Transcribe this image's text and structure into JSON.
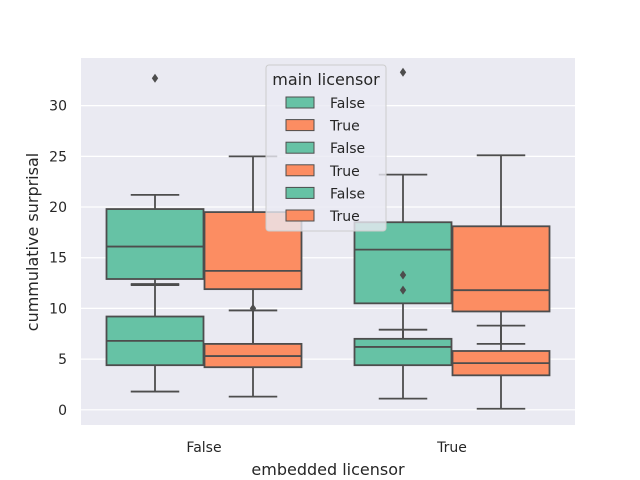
{
  "chart_data": {
    "type": "box",
    "xlabel": "embedded licensor",
    "ylabel": "cummulative surprisal",
    "categories": [
      "False",
      "True"
    ],
    "ylim": [
      -1.5,
      34.7
    ],
    "yticks": [
      0,
      5,
      10,
      15,
      20,
      25,
      30
    ],
    "grid": true,
    "legend": {
      "title": "main licensor",
      "placement": "top-center",
      "entries": [
        {
          "label": "False",
          "color": "#66c2a5"
        },
        {
          "label": "True",
          "color": "#fc8d62"
        },
        {
          "label": "False",
          "color": "#66c2a5"
        },
        {
          "label": "True",
          "color": "#fc8d62"
        },
        {
          "label": "False",
          "color": "#66c2a5"
        },
        {
          "label": "True",
          "color": "#fc8d62"
        }
      ]
    },
    "series": [
      {
        "color": "#66c2a5",
        "boxes": [
          {
            "category": "False",
            "whisker_low": 12.3,
            "q1": 12.9,
            "median": 16.1,
            "q3": 19.8,
            "whisker_high": 21.2,
            "outliers": [
              32.7
            ]
          },
          {
            "category": "True",
            "whisker_low": 6.0,
            "q1": 10.5,
            "median": 15.8,
            "q3": 18.5,
            "whisker_high": 23.2,
            "outliers": [
              33.3,
              13.3,
              11.8
            ]
          }
        ]
      },
      {
        "color": "#fc8d62",
        "boxes": [
          {
            "category": "False",
            "whisker_low": 5.7,
            "q1": 11.9,
            "median": 13.7,
            "q3": 19.5,
            "whisker_high": 25.0,
            "outliers": []
          },
          {
            "category": "True",
            "whisker_low": 6.5,
            "q1": 9.7,
            "median": 11.8,
            "q3": 18.1,
            "whisker_high": 25.1,
            "outliers": []
          }
        ]
      },
      {
        "color": "#66c2a5",
        "boxes": [
          {
            "category": "False",
            "whisker_low": 1.8,
            "q1": 4.4,
            "median": 6.8,
            "q3": 9.2,
            "whisker_high": 12.4,
            "outliers": []
          },
          {
            "category": "True",
            "whisker_low": 1.1,
            "q1": 4.4,
            "median": 6.2,
            "q3": 7.0,
            "whisker_high": 7.9,
            "outliers": []
          }
        ]
      },
      {
        "color": "#fc8d62",
        "boxes": [
          {
            "category": "False",
            "whisker_low": 1.3,
            "q1": 4.2,
            "median": 5.3,
            "q3": 6.5,
            "whisker_high": 9.8,
            "outliers": [
              10.0
            ]
          },
          {
            "category": "True",
            "whisker_low": 0.1,
            "q1": 3.4,
            "median": 4.6,
            "q3": 5.8,
            "whisker_high": 8.3,
            "outliers": []
          }
        ]
      }
    ]
  }
}
